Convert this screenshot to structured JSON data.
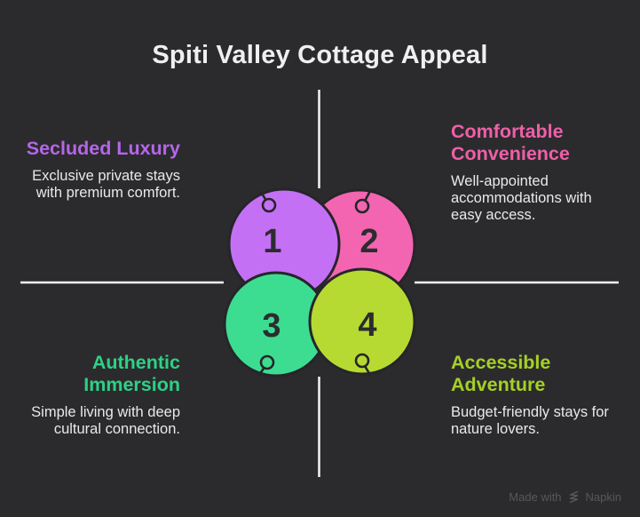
{
  "title": "Spiti Valley Cottage Appeal",
  "background_color": "#2b2b2d",
  "divider_color": "#f4f3f5",
  "quadrants": {
    "top_left": {
      "heading": "Secluded Luxury",
      "heading_color": "#b566e9",
      "body": "Exclusive private stays\nwith premium comfort."
    },
    "top_right": {
      "heading": "Comfortable\nConvenience",
      "heading_color": "#ef5fa8",
      "body": "Well-appointed\naccommodations with\neasy access."
    },
    "bottom_left": {
      "heading": "Authentic\nImmersion",
      "heading_color": "#2ed086",
      "body": "Simple living with deep\ncultural connection."
    },
    "bottom_right": {
      "heading": "Accessible\nAdventure",
      "heading_color": "#a5d026",
      "body": "Budget-friendly stays for\nnature lovers."
    }
  },
  "circles": [
    {
      "number": "1",
      "color": "#c470f5"
    },
    {
      "number": "2",
      "color": "#f365b0"
    },
    {
      "number": "3",
      "color": "#3cdd90"
    },
    {
      "number": "4",
      "color": "#b6da32"
    }
  ],
  "watermark": {
    "prefix": "Made with",
    "brand": "Napkin"
  }
}
